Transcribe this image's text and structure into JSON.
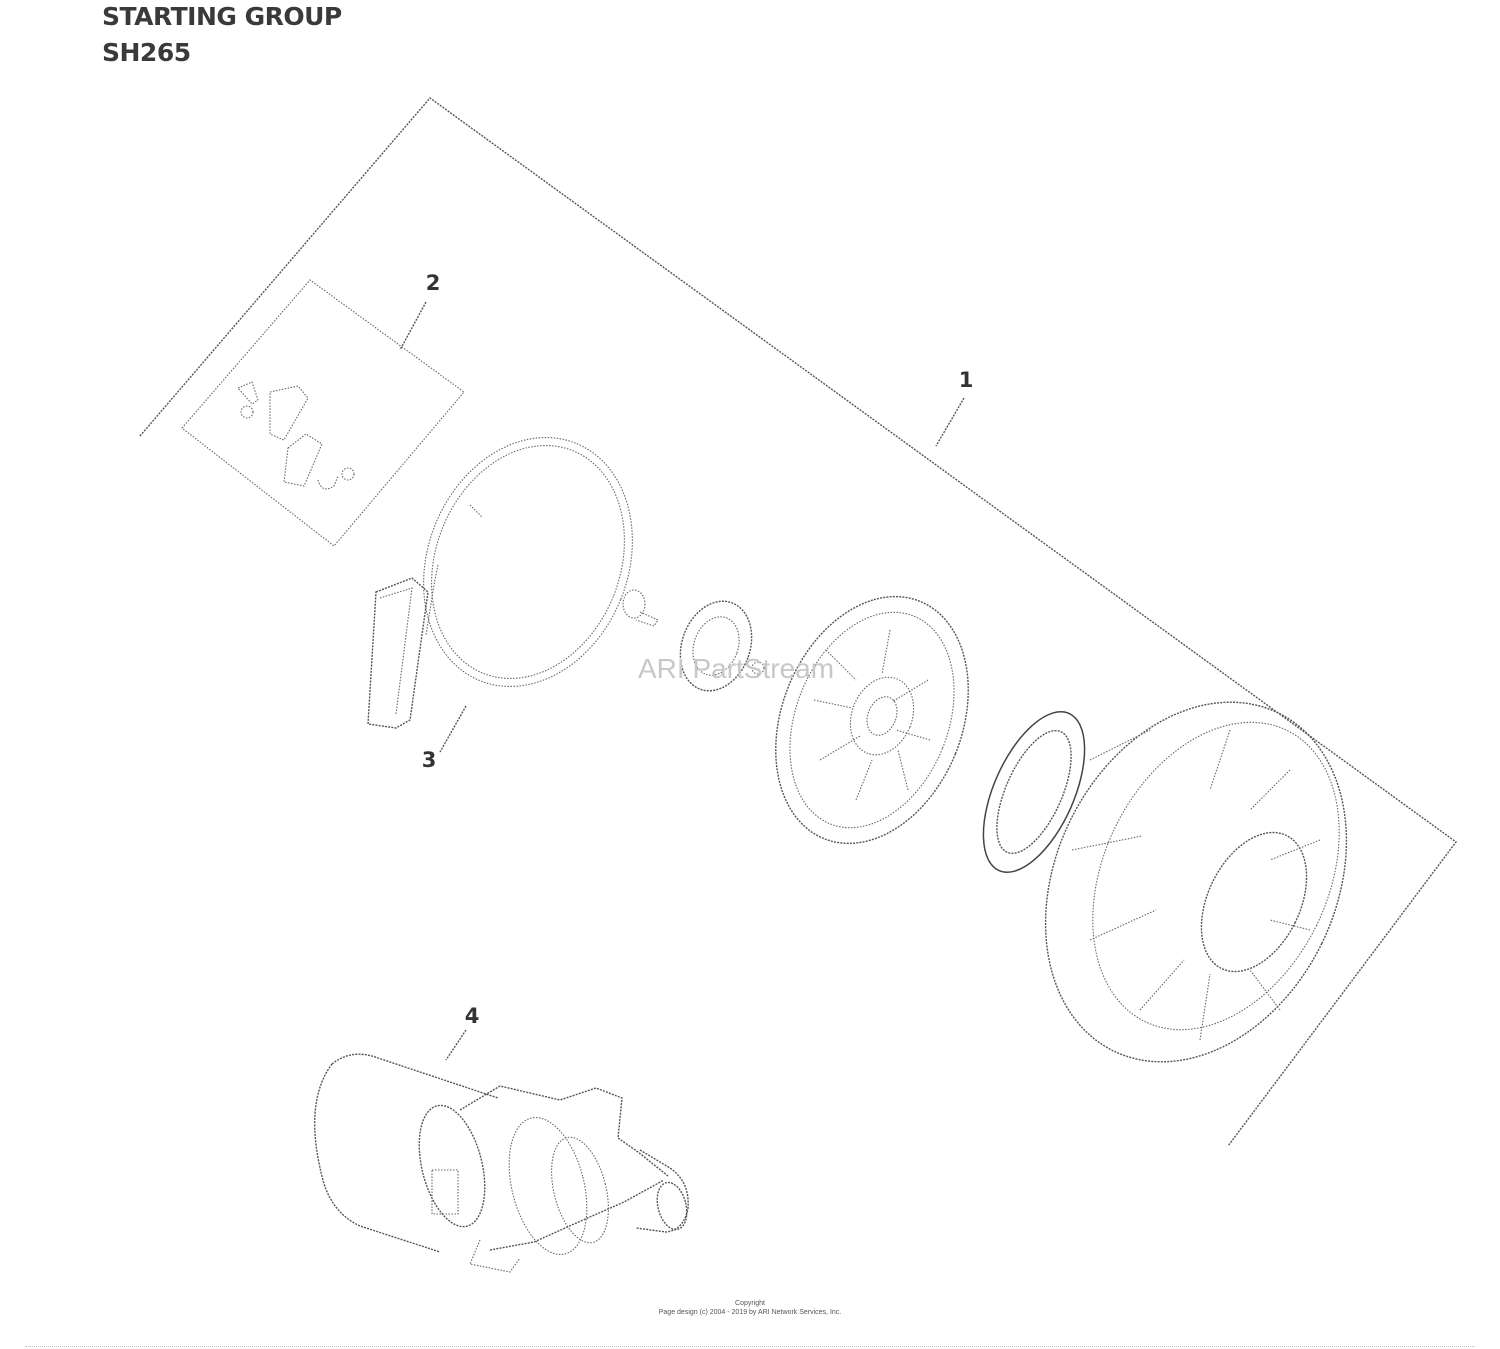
{
  "header": {
    "title_line1": "STARTING GROUP",
    "title_line2": "SH265"
  },
  "callouts": [
    "1",
    "2",
    "3",
    "4"
  ],
  "watermark": "ARI PartStream",
  "footer": {
    "line1": "Copyright",
    "line2": "Page design (c) 2004 - 2019 by ARI Network Services, Inc."
  }
}
